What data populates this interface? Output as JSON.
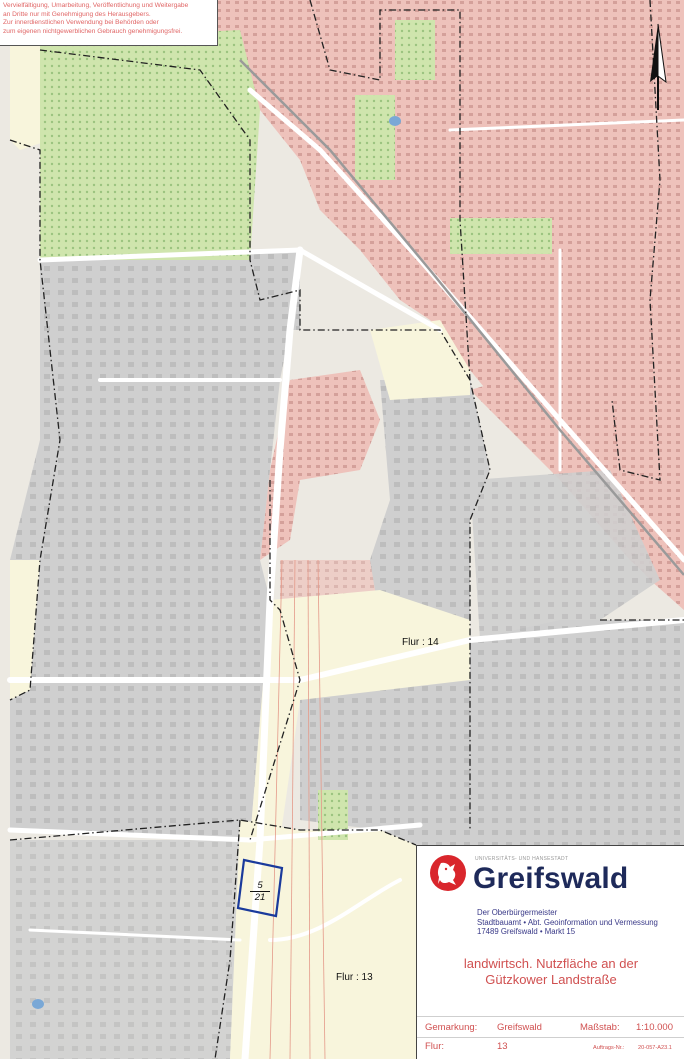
{
  "copyright": {
    "lines": [
      "Vervielfältigung, Umarbeitung, Veröffentlichung und Weitergabe",
      "an Dritte nur mit Genehmigung des Herausgebers.",
      "Zur innerdienstlichen Verwendung bei Behörden oder",
      "zum eigenen nichtgewerblichen Gebrauch genehmigungsfrei."
    ]
  },
  "map": {
    "north_arrow_icon": "north-arrow-icon",
    "flur_labels": [
      "Flur : 14",
      "Flur : 13"
    ],
    "parcel": {
      "numerator": "5",
      "denominator": "21"
    },
    "colors": {
      "residential": "#eec2bb",
      "industrial": "#cfcfcf",
      "green": "#cfe5ad",
      "field": "#f8f5dc",
      "background": "#ece9e2",
      "parcel_outline": "#1a3a9c",
      "boundary": "#222222",
      "railway": "#999999"
    }
  },
  "legend": {
    "logo_icon": "greifswald-coat-of-arms-icon",
    "tagline": "UNIVERSITÄTS- UND HANSESTADT",
    "city": "Greifswald",
    "agency_lines": [
      "Der Oberbürgermeister",
      "Stadtbauamt • Abt. Geoinformation und Vermessung",
      "17489 Greifswald • Markt 15"
    ],
    "title_lines": [
      "landwirtsch. Nutzfläche an der",
      "Gützkower Landstraße"
    ],
    "gemarkung_label": "Gemarkung:",
    "gemarkung_value": "Greifswald",
    "massstab_label": "Maßstab:",
    "massstab_value": "1:10.000",
    "flur_label": "Flur:",
    "flur_value": "13",
    "auftrag_label": "Auftrags-Nr.:",
    "auftrag_value": "20-057-A23.1"
  }
}
